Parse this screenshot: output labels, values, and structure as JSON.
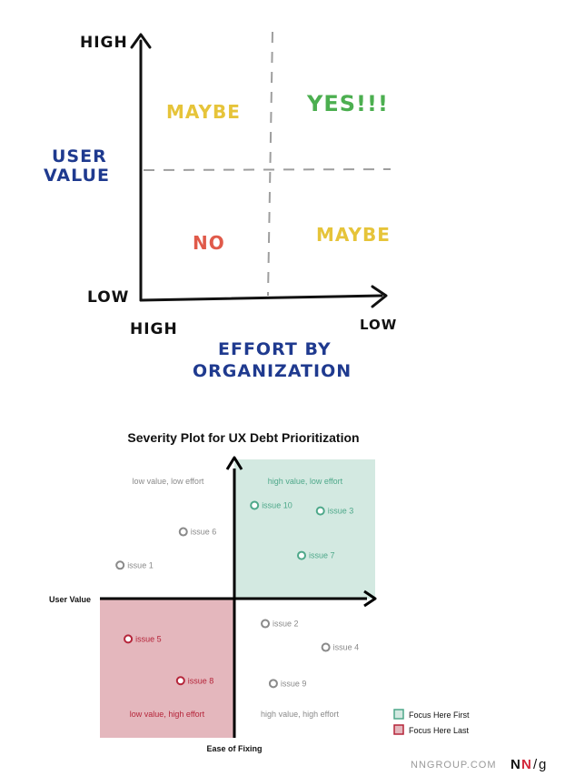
{
  "matrix": {
    "y_axis": {
      "label_line1": "USER",
      "label_line2": "VALUE",
      "high": "HIGH",
      "low": "LOW"
    },
    "x_axis": {
      "label_line1": "EFFORT BY",
      "label_line2": "ORGANIZATION",
      "left": "HIGH",
      "right": "LOW"
    },
    "quadrants": {
      "top_left": "MAYBE",
      "top_right": "YES!!!",
      "bottom_left": "NO",
      "bottom_right": "MAYBE"
    },
    "colors": {
      "axis_label": "#1f3a8f",
      "maybe": "#e6c43a",
      "yes": "#4caf50",
      "no": "#e05a4a",
      "divider": "#9e9e9e"
    }
  },
  "chart_data": {
    "type": "scatter",
    "title": "Severity Plot for UX Debt Prioritization",
    "xlabel": "Ease of Fixing",
    "ylabel": "User Value",
    "xlim": [
      -1,
      1
    ],
    "ylim": [
      -1,
      1
    ],
    "quadrant_labels": {
      "top_left": "low value, low effort",
      "top_right": "high value, low effort",
      "bottom_left": "low value, high effort",
      "bottom_right": "high value, high effort"
    },
    "points": [
      {
        "label": "issue 1",
        "x": -0.85,
        "y": 0.24,
        "group": "neutral"
      },
      {
        "label": "issue 2",
        "x": 0.23,
        "y": -0.18,
        "group": "neutral"
      },
      {
        "label": "issue 3",
        "x": 0.64,
        "y": 0.63,
        "group": "first"
      },
      {
        "label": "issue 4",
        "x": 0.68,
        "y": -0.35,
        "group": "neutral"
      },
      {
        "label": "issue 5",
        "x": -0.79,
        "y": -0.29,
        "group": "last"
      },
      {
        "label": "issue 6",
        "x": -0.38,
        "y": 0.48,
        "group": "neutral"
      },
      {
        "label": "issue 7",
        "x": 0.5,
        "y": 0.31,
        "group": "first"
      },
      {
        "label": "issue 8",
        "x": -0.4,
        "y": -0.59,
        "group": "last"
      },
      {
        "label": "issue 9",
        "x": 0.29,
        "y": -0.61,
        "group": "neutral"
      },
      {
        "label": "issue 10",
        "x": 0.15,
        "y": 0.67,
        "group": "first"
      }
    ],
    "legend": [
      {
        "label": "Focus Here First",
        "group": "first"
      },
      {
        "label": "Focus Here Last",
        "group": "last"
      }
    ],
    "legend_position": "bottom-right",
    "colors": {
      "first_fill": "#d3e9e1",
      "first_stroke": "#4ea88a",
      "last_fill": "#e4b7bd",
      "last_stroke": "#b5253a",
      "neutral": "#8a8a8a",
      "axis": "#000000"
    }
  },
  "footer": {
    "brand": "NNGROUP.COM",
    "logo_n1": "N",
    "logo_n2": "N",
    "logo_g": "g"
  }
}
